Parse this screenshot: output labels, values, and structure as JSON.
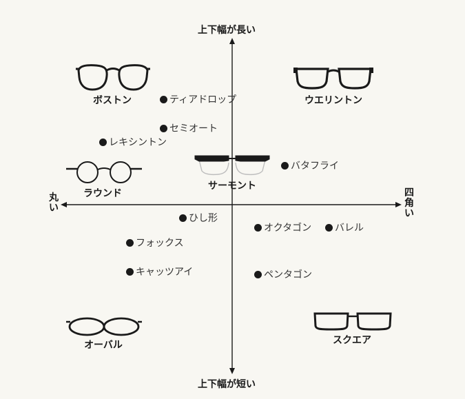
{
  "axes": {
    "top": "上下幅が長い",
    "bottom": "上下幅が短い",
    "left": "丸い",
    "right": "四角い"
  },
  "frames": {
    "boston": "ボストン",
    "wellington": "ウエリントン",
    "round": "ラウンド",
    "sirmont": "サーモント",
    "oval": "オーバル",
    "square": "スクエア"
  },
  "points": {
    "teardrop": "ティアドロップ",
    "semi_auto": "セミオート",
    "lexington": "レキシントン",
    "butterfly": "バタフライ",
    "hishigata": "ひし形",
    "octagon": "オクタゴン",
    "barrel": "バレル",
    "fox": "フォックス",
    "cat_eye": "キャッツアイ",
    "pentagon": "ペンタゴン"
  },
  "colors": {
    "background": "#f8f7f2",
    "ink": "#1a1a1a"
  }
}
